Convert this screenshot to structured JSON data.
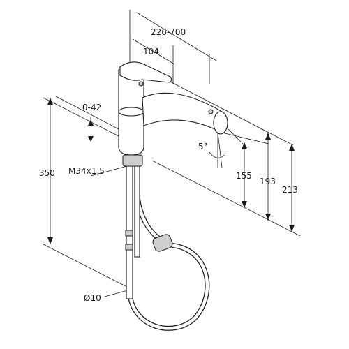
{
  "dimensions": {
    "reach_range": "226-700",
    "spout_reach": "104",
    "swivel_range": "0-42",
    "overall_height": "350",
    "thread": "M34x1,5",
    "spout_height_1": "155",
    "spout_height_2": "193",
    "spout_height_3": "213",
    "tilt_angle": "5°",
    "hose_diameter": "Ø10"
  },
  "colors": {
    "line": "#1a1a1a",
    "shade": "#cfcfcf",
    "background": "#ffffff"
  }
}
